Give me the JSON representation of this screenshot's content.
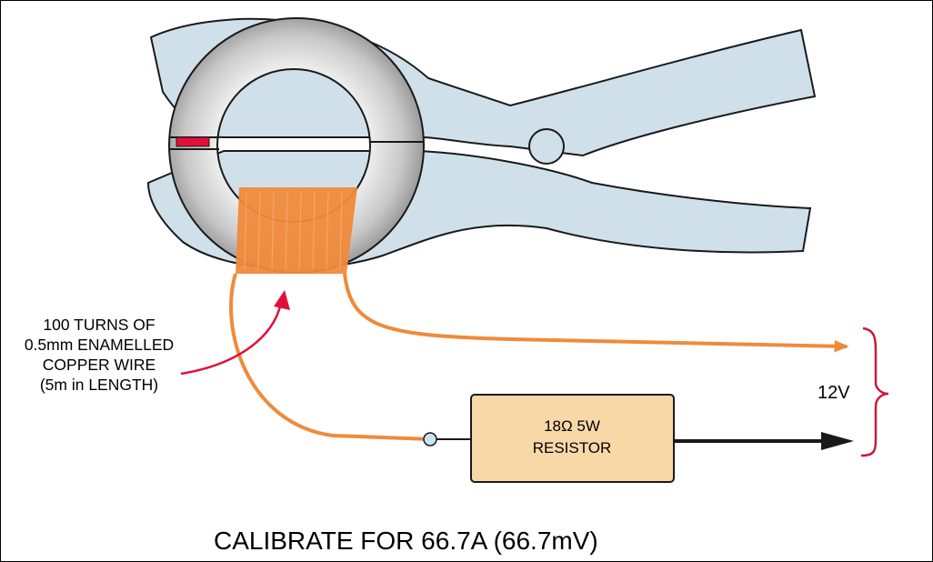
{
  "coil_label": {
    "line1": "100 TURNS OF",
    "line2": "0.5mm ENAMELLED",
    "line3": "COPPER WIRE",
    "line4": "(5m in LENGTH)"
  },
  "resistor": {
    "line1": "18Ω 5W",
    "line2": "RESISTOR"
  },
  "voltage_label": "12V",
  "calibrate_label": "CALIBRATE FOR 66.7A (66.7mV)",
  "colors": {
    "clamp_fill": "#cfe0ea",
    "clamp_stroke": "#1a1a1a",
    "core_dark": "#8f8f8f",
    "core_light": "#e2e2e2",
    "coil": "#f08a3a",
    "wire": "#f08a3a",
    "resistor_fill": "#f9d8a8",
    "accent_red": "#e0103a",
    "terminal": "#c9e4f2"
  }
}
